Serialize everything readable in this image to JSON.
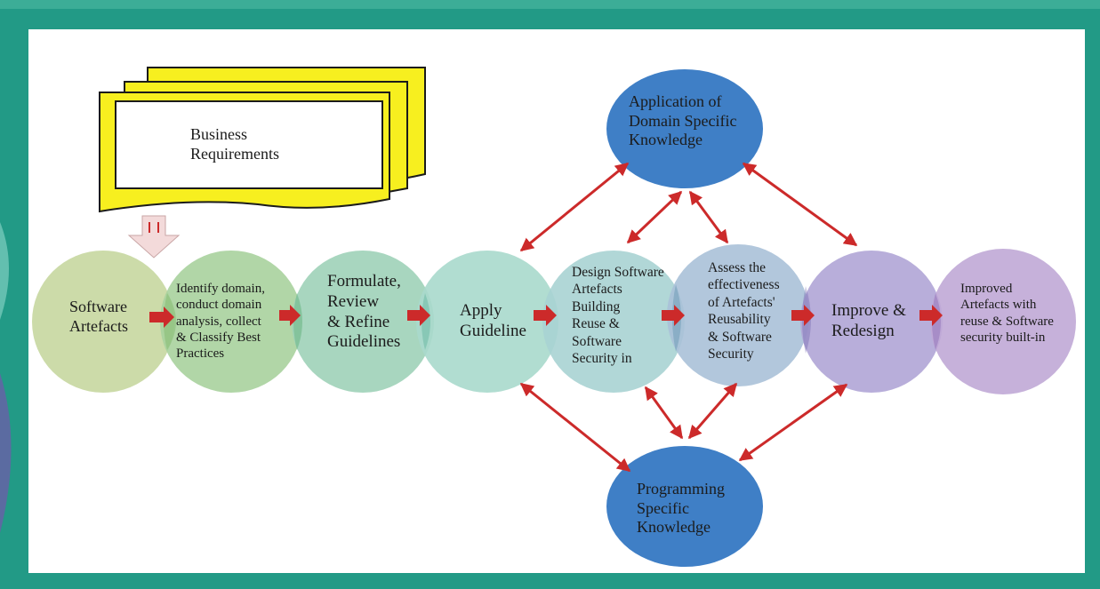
{
  "business_requirements": "Business\nRequirements",
  "steps": [
    {
      "id": "software-artefacts",
      "label": "Software\nArtefacts",
      "color": "#c9d9a4"
    },
    {
      "id": "identify-domain",
      "label": "Identify domain,\nconduct domain\nanalysis, collect\n& Classify Best\nPractices",
      "color": "#a9d29d"
    },
    {
      "id": "formulate-guidelines",
      "label": "Formulate,\nReview\n& Refine\nGuidelines",
      "color": "#9fd2b8"
    },
    {
      "id": "apply-guideline",
      "label": "Apply\nGuideline",
      "color": "#a9d9cc"
    },
    {
      "id": "design-artefacts",
      "label": "Design Software\nArtefacts\nBuilding\nReuse &\nSoftware\nSecurity in",
      "color": "#a8d3d3"
    },
    {
      "id": "assess-effectiveness",
      "label": "Assess the\neffectiveness\nof Artefacts'\nReusability\n& Software\nSecurity",
      "color": "#aac1d8"
    },
    {
      "id": "improve-redesign",
      "label": "Improve &\nRedesign",
      "color": "#b0a5d6"
    },
    {
      "id": "improved-artefacts",
      "label": "Improved\nArtefacts with\nreuse & Software\nsecurity built-in",
      "color": "#c0a8d6"
    }
  ],
  "knowledge_nodes": {
    "domain": "Application of\nDomain Specific\nKnowledge",
    "programming": "Programming\nSpecific\nKnowledge"
  },
  "colors": {
    "frame": "#229a86",
    "document_fill": "#f7ef1f",
    "knowledge_fill": "#3f7fc6",
    "arrow": "#cc2a2a"
  }
}
